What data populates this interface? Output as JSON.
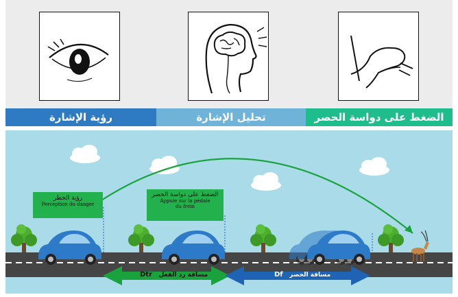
{
  "steps": [
    {
      "label": "رؤية الإشارة",
      "color": "#2e7bc4",
      "icon": "eye-icon"
    },
    {
      "label": "تحليل الإشارة",
      "color": "#6fb3d8",
      "icon": "brain-head-icon"
    },
    {
      "label": "الضغط على دواسة الحصر",
      "color": "#1fbd8c",
      "icon": "foot-pedal-icon"
    }
  ],
  "scene": {
    "perception": {
      "ar": "رؤية الخطر",
      "fr": "Perception du danger"
    },
    "brake": {
      "ar": "الضغط على دواسة الحصر",
      "fr1": "Appuie sur la pédale",
      "fr2": "du frein"
    },
    "reaction_distance": {
      "ar": "مسافة رد الفعل",
      "symbol": "Dtr"
    },
    "braking_distance": {
      "ar": "مسافة الحصر",
      "symbol": "Df"
    },
    "colors": {
      "sky": "#a9dbe9",
      "road": "#454545",
      "green_arrow": "#1aa33c",
      "blue_arrow": "#1f63b5",
      "car": "#2d7ac8",
      "label_box": "#22b14c"
    }
  }
}
